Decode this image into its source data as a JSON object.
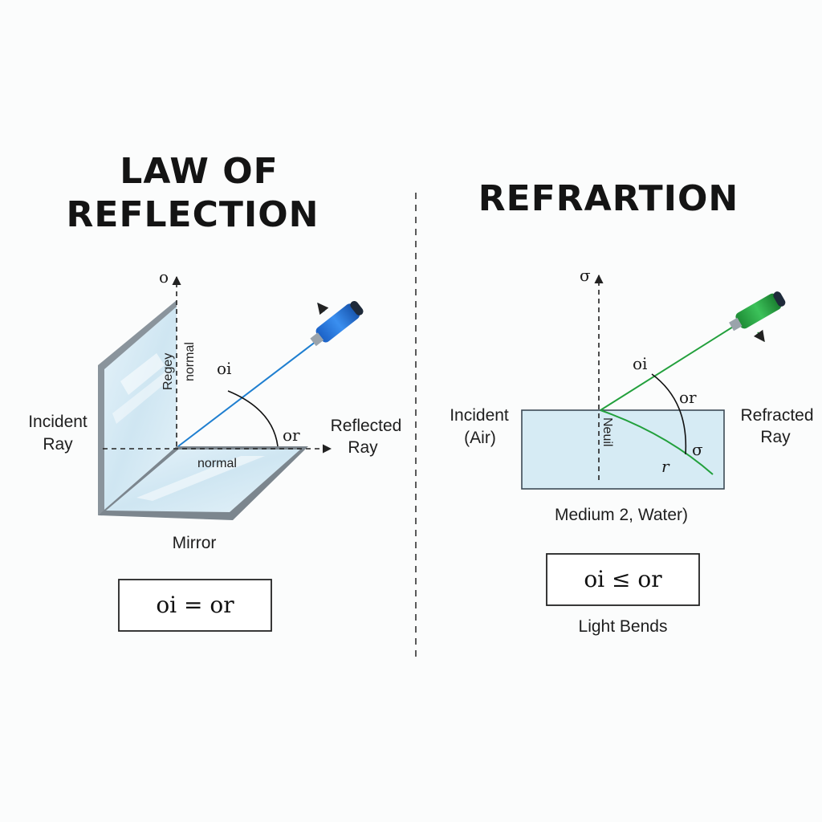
{
  "colors": {
    "background": "#fbfcfc",
    "reflection_ray": "#1f7fd0",
    "refraction_ray": "#22a03c",
    "glass": "#d3e9f4",
    "mirror_frame": "#6b7680",
    "water": "#d6ebf4"
  },
  "reflection": {
    "title_line1": "LAW OF",
    "title_line2": "REFLECTION",
    "axis_label": "o",
    "vertical_text": "Regey",
    "normal_vertical": "normal",
    "normal_horizontal": "normal",
    "angle_incident": "oi",
    "angle_reflected": "or",
    "incident_line1": "Incident",
    "incident_line2": "Ray",
    "reflected_line1": "Reflected",
    "reflected_line2": "Ray",
    "mirror_label": "Mirror",
    "formula": "oi = or",
    "laser_icon": "blue-laser-pointer-icon"
  },
  "refraction": {
    "title": "REFRARTION",
    "axis_label": "σ",
    "normal_vertical": "Neuil",
    "angle_incident": "oi",
    "angle_refracted_top": "or",
    "angle_refracted_bottom": "σ",
    "angle_r": "r",
    "incident_line1": "Incident",
    "incident_line2": "(Air)",
    "refracted_line1": "Refracted",
    "refracted_line2": "Ray",
    "medium_label": "Medium 2, Water)",
    "formula": "oi ≤ or",
    "caption": "Light Bends",
    "laser_icon": "green-laser-pointer-icon"
  }
}
